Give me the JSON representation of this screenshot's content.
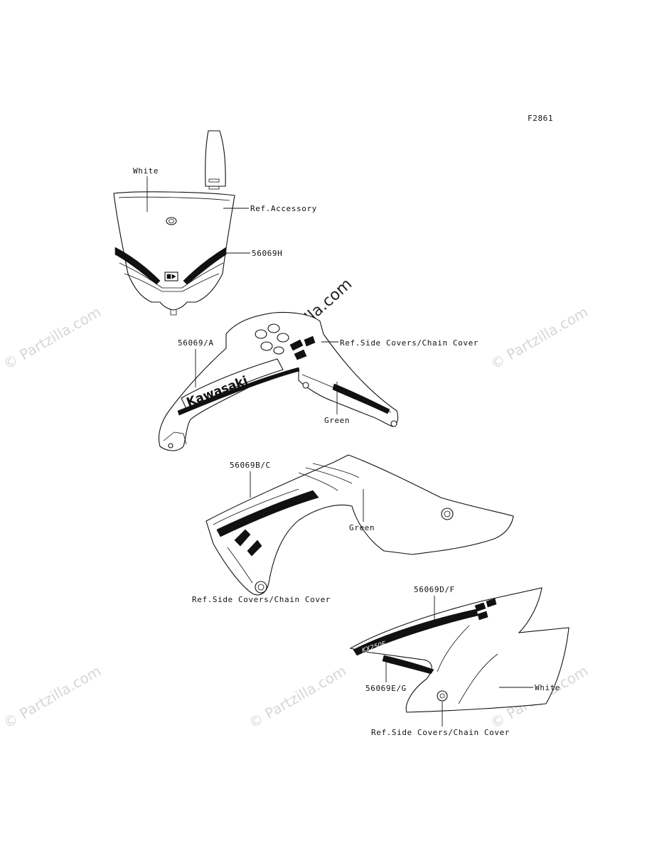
{
  "figure_code": "F2861",
  "labels": {
    "white_top": "White",
    "ref_accessory": "Ref.Accessory",
    "p56069h": "56069H",
    "p56069a": "56069/A",
    "ref_side_1": "Ref.Side Covers/Chain Cover",
    "green_1": "Green",
    "p56069bc": "56069B/C",
    "green_2": "Green",
    "ref_side_2": "Ref.Side Covers/Chain Cover",
    "p56069df": "56069D/F",
    "p56069eg": "56069E/G",
    "white_bottom": "White",
    "ref_side_3": "Ref.Side Covers/Chain Cover"
  },
  "decal_text": {
    "kawasaki": "Kawasaki",
    "model": "KX250F"
  },
  "watermark": {
    "text": "© Partzilla.com",
    "center_text": "© Partzilla.com"
  },
  "colors": {
    "line": "#111111",
    "watermark": "#d6d6d6"
  }
}
